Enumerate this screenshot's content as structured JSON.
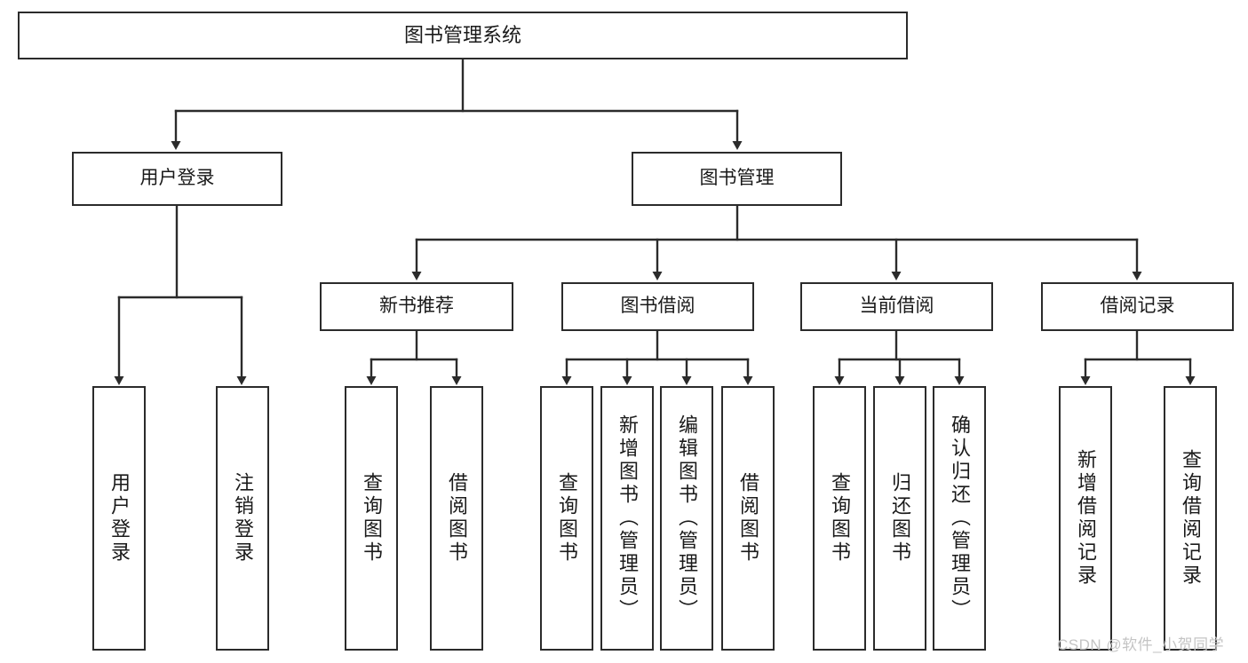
{
  "diagram": {
    "title": "图书管理系统",
    "type": "功能结构图",
    "stroke_color": "#2b2b2b",
    "text_color": "#1a1a1a",
    "background_color": "#ffffff"
  },
  "root": {
    "label": "图书管理系统"
  },
  "level2": [
    {
      "label": "用户登录"
    },
    {
      "label": "图书管理"
    }
  ],
  "level3": [
    {
      "label": "新书推荐"
    },
    {
      "label": "图书借阅"
    },
    {
      "label": "当前借阅"
    },
    {
      "label": "借阅记录"
    }
  ],
  "leaves": {
    "user_login": [
      {
        "label": "用户登录"
      },
      {
        "label": "注销登录"
      }
    ],
    "new_book": [
      {
        "label": "查询图书"
      },
      {
        "label": "借阅图书"
      }
    ],
    "book_borrow": [
      {
        "label": "查询图书"
      },
      {
        "label": "新增图书（管理员）"
      },
      {
        "label": "编辑图书（管理员）"
      },
      {
        "label": "借阅图书"
      }
    ],
    "current_borrow": [
      {
        "label": "查询图书"
      },
      {
        "label": "归还图书"
      },
      {
        "label": "确认归还（管理员）"
      }
    ],
    "borrow_record": [
      {
        "label": "新增借阅记录"
      },
      {
        "label": "查询借阅记录"
      }
    ]
  },
  "watermark": {
    "text": "CSDN @软件_小贺同学"
  }
}
